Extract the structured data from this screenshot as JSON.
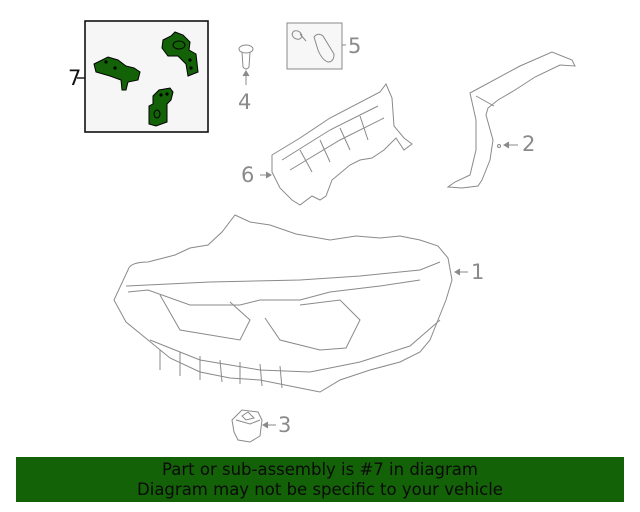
{
  "diagram": {
    "highlighted_part": "7",
    "highlight_color": "#136207",
    "line_color": "#8a8a8a",
    "callouts": [
      {
        "id": "1",
        "label": "1",
        "part": "headlamp-assembly"
      },
      {
        "id": "2",
        "label": "2",
        "part": "trim-bracket"
      },
      {
        "id": "3",
        "label": "3",
        "part": "adjuster-nut"
      },
      {
        "id": "4",
        "label": "4",
        "part": "screw"
      },
      {
        "id": "5",
        "label": "5",
        "part": "bulb-kit"
      },
      {
        "id": "6",
        "label": "6",
        "part": "support-bracket"
      },
      {
        "id": "7",
        "label": "7",
        "part": "repair-kit-brackets"
      }
    ]
  },
  "banner": {
    "line1": "Part or sub-assembly is #7 in diagram",
    "line2": "Diagram may not be specific to your vehicle",
    "background": "#136207"
  }
}
